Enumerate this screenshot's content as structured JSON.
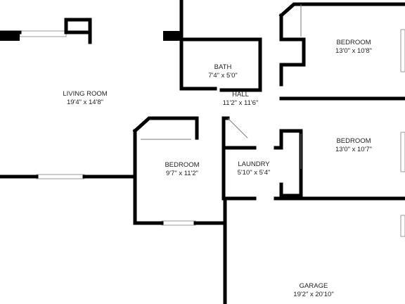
{
  "colors": {
    "wall": "#000000",
    "background": "#ffffff",
    "window": "#c8c8c8",
    "text": "#222222"
  },
  "rooms": [
    {
      "id": "living-room",
      "name": "LIVING ROOM",
      "size": "19'4\" x 14'8\""
    },
    {
      "id": "bath",
      "name": "BATH",
      "size": "7'4\" x 5'0\""
    },
    {
      "id": "hall",
      "name": "HALL",
      "size": "11'2\" x 11'6\""
    },
    {
      "id": "bedroom-1",
      "name": "BEDROOM",
      "size": "13'0\" x 10'8\""
    },
    {
      "id": "bedroom-2",
      "name": "BEDROOM",
      "size": "13'0\" x 10'7\""
    },
    {
      "id": "bedroom-3",
      "name": "BEDROOM",
      "size": "9'7\" x 11'2\""
    },
    {
      "id": "laundry",
      "name": "LAUNDRY",
      "size": "5'10\" x 5'4\""
    },
    {
      "id": "garage",
      "name": "GARAGE",
      "size": "19'2\" x 20'10\""
    }
  ]
}
